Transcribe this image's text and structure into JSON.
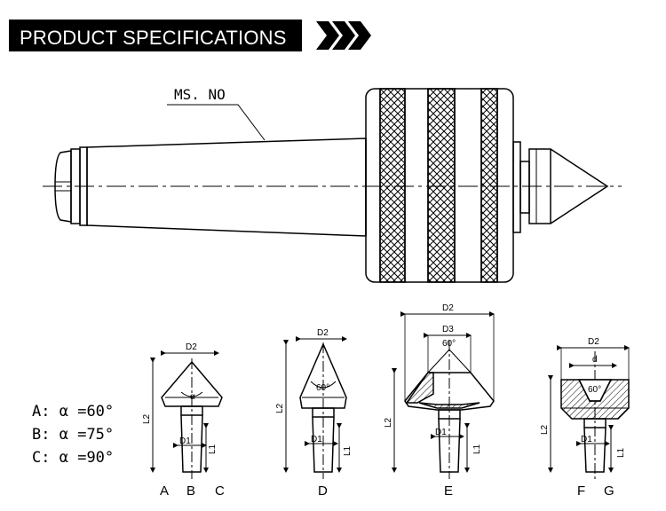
{
  "header": {
    "title": "PRODUCT SPECIFICATIONS"
  },
  "main_drawing": {
    "callout": "MS. NO"
  },
  "legend": [
    {
      "letter": "A:",
      "value": "α =60°"
    },
    {
      "letter": "B:",
      "value": "α =75°"
    },
    {
      "letter": "C:",
      "value": "α =90°"
    }
  ],
  "tip_abc": {
    "d2": "D2",
    "alpha": "α",
    "d1": "D1",
    "l1": "L1",
    "l2": "L2",
    "labels": [
      "A",
      "B",
      "C"
    ]
  },
  "tip_d": {
    "d2": "D2",
    "angle": "60°",
    "d1": "D1",
    "l1": "L1",
    "l2": "L2",
    "label": "D"
  },
  "tip_e": {
    "d2": "D2",
    "d3": "D3",
    "angle": "60°",
    "d1": "D1",
    "l1": "L1",
    "l2": "L2",
    "label": "E"
  },
  "tip_fg": {
    "d2": "D2",
    "d": "d",
    "angle": "60°",
    "d1": "D1",
    "l1": "L1",
    "l2": "L2",
    "labels": [
      "F",
      "G"
    ]
  },
  "colors": {
    "ink": "#000000",
    "banner": "#000000"
  }
}
